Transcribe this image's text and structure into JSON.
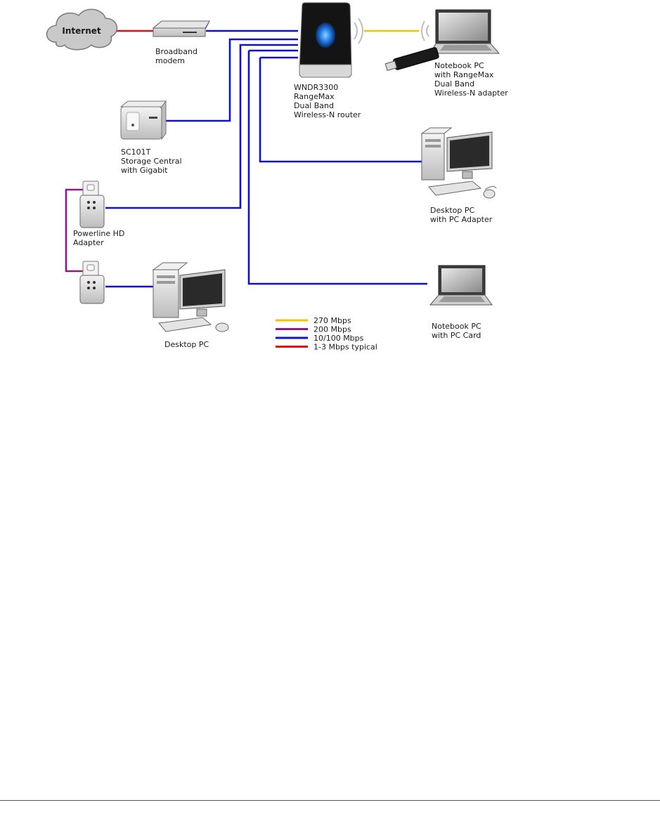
{
  "diagram": {
    "internet": "Internet",
    "modem": [
      "Broadband",
      "modem"
    ],
    "router": [
      "WNDR3300",
      "RangeMax",
      "Dual Band",
      "Wireless-N router"
    ],
    "notebook_wireless": [
      "Notebook PC",
      "with RangeMax",
      "Dual Band",
      "Wireless-N adapter"
    ],
    "storage": [
      "SC101T",
      "Storage Central",
      "with Gigabit"
    ],
    "desktop_adapter": [
      "Desktop PC",
      "with PC Adapter"
    ],
    "powerline": [
      "Powerline HD",
      "Adapter"
    ],
    "desktop": [
      "Desktop PC"
    ],
    "notebook_card": [
      "Notebook PC",
      "with PC Card"
    ]
  },
  "legend": [
    {
      "label": "270 Mbps",
      "color": "#f5c400"
    },
    {
      "label": "200 Mbps",
      "color": "#8b1a8b"
    },
    {
      "label": "10/100 Mbps",
      "color": "#1010d8"
    },
    {
      "label": "1-3 Mbps typical",
      "color": "#e01010"
    }
  ],
  "colors": {
    "ethernet": "#1010d8",
    "wireless": "#f5c400",
    "powerline": "#8b1a8b",
    "internet": "#e01010"
  }
}
